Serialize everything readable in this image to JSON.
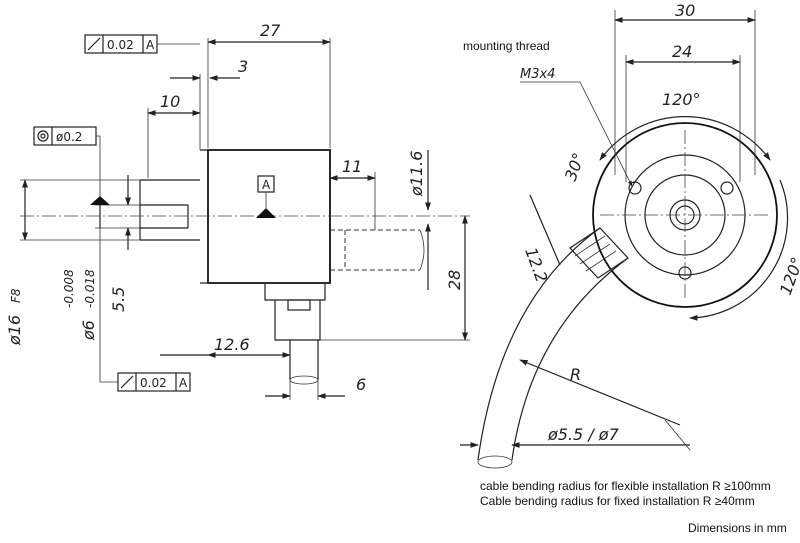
{
  "labels": {
    "mounting_thread": "mounting thread",
    "thread_spec": "M3x4",
    "note_flexible": "cable bending radius for flexible installation R ≥100mm",
    "note_fixed": "Cable bending radius for fixed installation    R ≥40mm",
    "units": "Dimensions in mm"
  },
  "side_view": {
    "d27": "27",
    "d3": "3",
    "d10": "10",
    "d11": "11",
    "d11_6": "ø11.6",
    "d28": "28",
    "d12_6": "12.6",
    "d6": "6",
    "d5_5": "5.5",
    "d16": "ø16",
    "d16_fit": "F8",
    "d6_shaft": "ø6",
    "d6_tol_upper": "-0.008",
    "d6_tol_lower": "-0.018",
    "datum": "A"
  },
  "front_view": {
    "d30": "30",
    "d24": "24",
    "a120_top": "120°",
    "a30": "30°",
    "a120_right": "120°",
    "d12_2": "12.2",
    "radius": "R",
    "cable_dia": "ø5.5 / ø7"
  },
  "tolerance_frames": {
    "runout_top": {
      "value": "0.02",
      "datum": "A"
    },
    "concentricity": {
      "value": "ø0.2"
    },
    "runout_bottom": {
      "value": "0.02",
      "datum": "A"
    }
  }
}
